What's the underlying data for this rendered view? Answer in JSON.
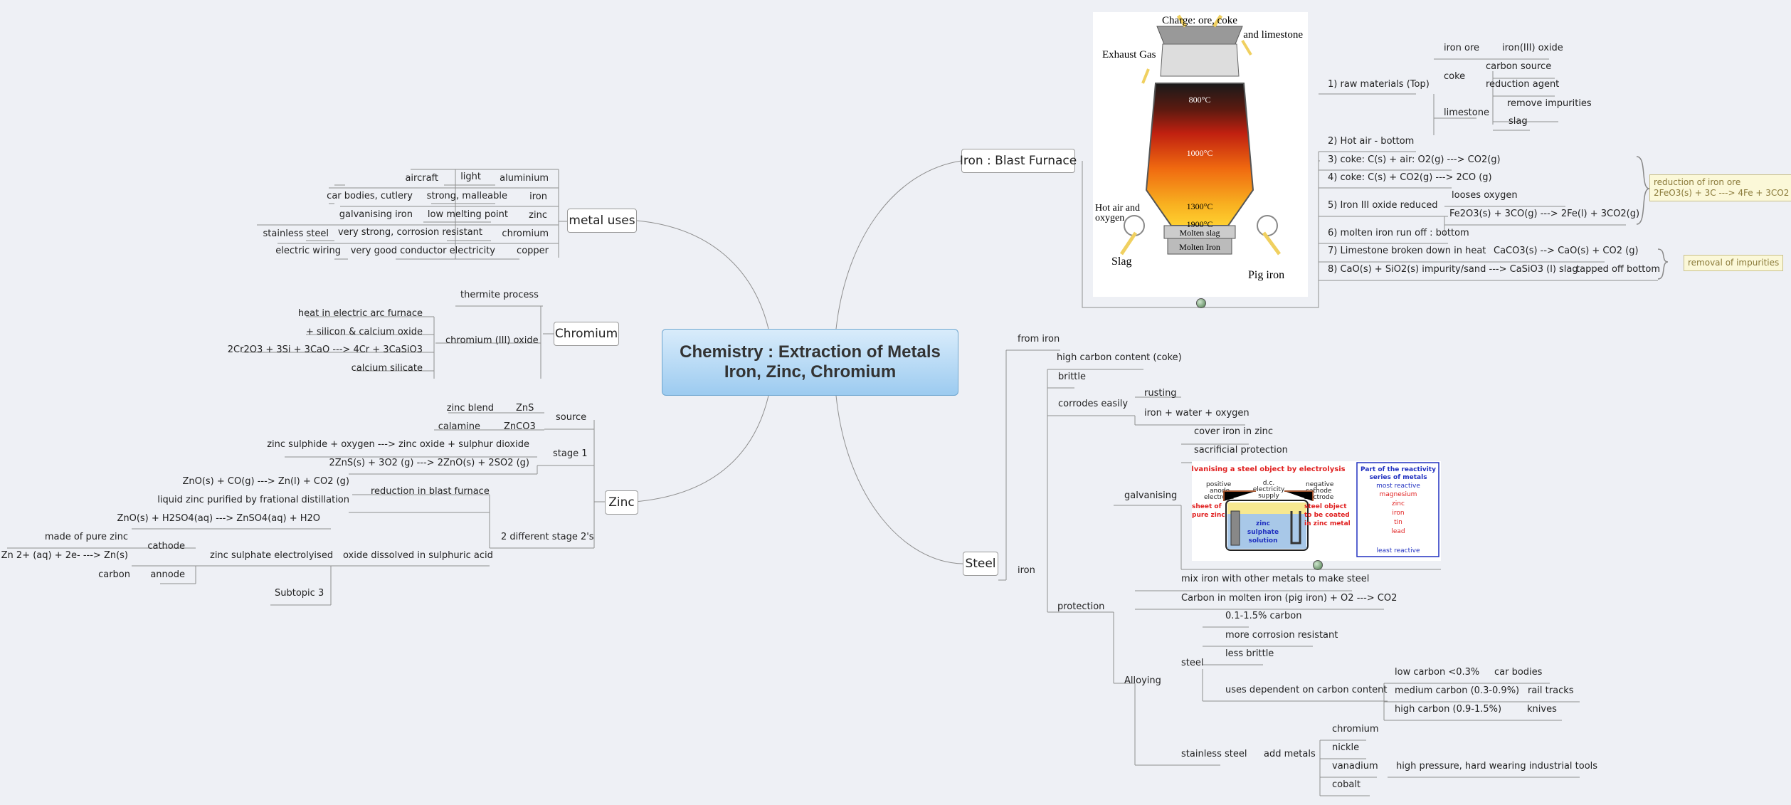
{
  "central": {
    "line1": "Chemistry : Extraction of Metals",
    "line2": "Iron, Zinc, Chromium"
  },
  "branches": {
    "metal_uses": "metal uses",
    "chromium": "Chromium",
    "zinc": "Zinc",
    "iron_blast": "Iron : Blast Furnace",
    "steel": "Steel"
  },
  "metal_uses": {
    "rows": [
      {
        "use": "aircraft",
        "property": "light",
        "metal": "aluminium"
      },
      {
        "use": "car bodies, cutlery",
        "property": "strong, malleable",
        "metal": "iron"
      },
      {
        "use": "galvanising iron",
        "property": "low melting point",
        "metal": "zinc"
      },
      {
        "use": "stainless steel",
        "property": "very strong, corrosion resistant",
        "metal": "chromium"
      },
      {
        "use": "electric wiring",
        "property": "very good conductor electricity",
        "metal": "copper"
      }
    ]
  },
  "chromium": {
    "thermite": "thermite process",
    "oxide": "chromium (III) oxide",
    "oxide_children": [
      "heat in electric arc furnace",
      "+ silicon & calcium oxide",
      "2Cr2O3 + 3Si + 3CaO ---> 4Cr + 3CaSiO3",
      "calcium silicate"
    ]
  },
  "zinc": {
    "source": "source",
    "blend": "zinc blend",
    "zns": "ZnS",
    "calamine": "calamine",
    "znco3": "ZnCO3",
    "stage1": "stage 1",
    "stage1_children": [
      "zinc sulphide + oxygen ---> zinc oxide + sulphur dioxide",
      "2ZnS(s) + 3O2 (g) ---> 2ZnO(s) + 2SO2 (g)"
    ],
    "stage2": "2 different stage 2's",
    "reduction": "reduction in blast furnace",
    "reduction_children": [
      "ZnO(s) + CO(g) ---> Zn(l) + CO2 (g)",
      "liquid zinc purified by frational distillation"
    ],
    "oxide_dissolved": "oxide dissolved in sulphuric acid",
    "h2so4": "ZnO(s) + H2SO4(aq) ---> ZnSO4(aq) + H2O",
    "electrolysed": "zinc sulphate electrolyised",
    "cathode": "cathode",
    "pure": "made of pure zinc",
    "half": "Zn 2+ (aq) + 2e- ---> Zn(s)",
    "annode": "annode",
    "carbon": "carbon",
    "subtopic": "Subtopic 3"
  },
  "iron": {
    "raw": "1) raw materials (Top)",
    "ore": "iron ore",
    "ore_child": "iron(III) oxide",
    "coke": "coke",
    "coke_children": [
      "carbon source",
      "reduction agent"
    ],
    "limestone": "limestone",
    "limestone_children": [
      "remove impurities",
      "slag"
    ],
    "steps": [
      "2) Hot air - bottom",
      "3) coke: C(s) + air: O2(g) ---> CO2(g)",
      "4) coke: C(s) + CO2(g) ---> 2CO (g)",
      "5) Iron III oxide reduced",
      "6) molten iron run off : bottom",
      "7) Limestone broken down in heat",
      "8) CaO(s) + SiO2(s) impurity/sand ---> CaSiO3 (l) slag"
    ],
    "reduced_children": [
      "looses oxygen",
      "Fe2O3(s) + 3CO(g) ---> 2Fe(l) + 3CO2(g)"
    ],
    "limestone_eq": "CaCO3(s) --> CaO(s) + CO2 (g)",
    "tapped": "tapped off bottom",
    "note1_line1": "reduction of iron ore",
    "note1_line2": "2FeO3(s) + 3C ---> 4Fe + 3CO2",
    "note2": "removal of impurities"
  },
  "furnace_image": {
    "charge": "Charge: ore, coke",
    "limestone": "and limestone",
    "exhaust": "Exhaust Gas",
    "t800": "800°C",
    "t1000": "1000°C",
    "t1300": "1300°C",
    "t1900": "1900°C",
    "hot_air": "Hot air and",
    "oxygen": "oxygen",
    "molten_slag": "Molten slag",
    "molten_iron": "Molten Iron",
    "slag": "Slag",
    "pig_iron": "Pig iron"
  },
  "steel": {
    "from_iron": "from iron",
    "high_carbon": "high carbon content (coke)",
    "brittle": "brittle",
    "corrodes": "corrodes easily",
    "rusting": "rusting",
    "iron_water": "iron + water + oxygen",
    "iron": "iron",
    "protection": "protection",
    "galvanising": "galvanising",
    "cover": "cover iron in zinc",
    "sacrificial": "sacrificial protection",
    "mix": "mix iron with other metals to make steel",
    "carbon_molten": "Carbon in molten iron (pig iron) + O2 ---> CO2",
    "alloying": "Alloying",
    "steel_node": "steel",
    "steel_children": [
      "0.1-1.5% carbon",
      "more corrosion resistant",
      "less brittle"
    ],
    "uses_dependent": "uses dependent on carbon content",
    "low": "low carbon <0.3%",
    "low_use": "car bodies",
    "medium": "medium carbon (0.3-0.9%)",
    "medium_use": "rail tracks",
    "high": "high carbon (0.9-1.5%)",
    "high_use": "knives",
    "stainless": "stainless steel",
    "add_metals": "add metals",
    "metals": [
      "chromium",
      "nickle",
      "vanadium",
      "cobalt"
    ],
    "high_pressure": "high pressure, hard wearing industrial tools"
  },
  "galv_image": {
    "title": "Galvanising a steel object by electrolysis",
    "positive": "positive",
    "anode": "anode",
    "electrode": "electrode",
    "dc": "d.c.",
    "electricity": "electricity",
    "supply": "supply",
    "negative": "negative",
    "cathode": "cathode",
    "electrode2": "electrode",
    "sheet_of": "sheet of",
    "pure_zinc": "pure zinc",
    "steel_object": "steel object",
    "to_be": "to be coated",
    "in_zinc": "in zinc metal",
    "zinc": "zinc",
    "sulphate": "sulphate",
    "solution": "solution",
    "series_title1": "Part of the reactivity",
    "series_title2": "series of metals",
    "most": "most reactive",
    "series": [
      "magnesium",
      "zinc",
      "iron",
      "tin",
      "lead"
    ],
    "least": "least reactive"
  }
}
